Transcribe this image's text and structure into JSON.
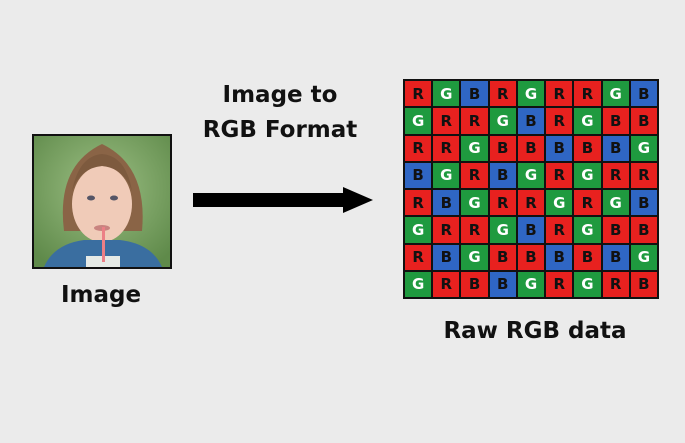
{
  "left": {
    "label": "Image"
  },
  "middle": {
    "title_line1": "Image to",
    "title_line2": "RGB Format"
  },
  "right": {
    "label": "Raw RGB data"
  },
  "colors": {
    "R": "#e8211f",
    "G": "#1f9a3f",
    "B": "#2f66c4",
    "background": "#ebebeb"
  },
  "grid": {
    "letters": [
      [
        "R",
        "G",
        "B",
        "R",
        "G",
        "R",
        "R",
        "G",
        "B"
      ],
      [
        "G",
        "R",
        "R",
        "G",
        "B",
        "R",
        "G",
        "B",
        "B"
      ],
      [
        "R",
        "R",
        "G",
        "B",
        "B",
        "B",
        "B",
        "B",
        "G"
      ],
      [
        "B",
        "G",
        "R",
        "B",
        "G",
        "R",
        "G",
        "R",
        "R"
      ],
      [
        "R",
        "B",
        "G",
        "R",
        "R",
        "G",
        "R",
        "G",
        "B"
      ],
      [
        "G",
        "R",
        "R",
        "G",
        "B",
        "R",
        "G",
        "B",
        "B"
      ],
      [
        "R",
        "B",
        "G",
        "B",
        "B",
        "B",
        "B",
        "B",
        "G"
      ],
      [
        "G",
        "R",
        "B",
        "B",
        "G",
        "R",
        "G",
        "R",
        "B"
      ]
    ],
    "cell_colors": [
      [
        "R",
        "G",
        "B",
        "R",
        "G",
        "R",
        "R",
        "G",
        "B"
      ],
      [
        "G",
        "R",
        "R",
        "G",
        "B",
        "R",
        "G",
        "R",
        "R"
      ],
      [
        "R",
        "R",
        "G",
        "R",
        "R",
        "B",
        "R",
        "B",
        "G"
      ],
      [
        "B",
        "G",
        "R",
        "B",
        "G",
        "R",
        "G",
        "R",
        "R"
      ],
      [
        "R",
        "B",
        "G",
        "R",
        "R",
        "G",
        "R",
        "G",
        "B"
      ],
      [
        "G",
        "R",
        "R",
        "G",
        "B",
        "R",
        "G",
        "R",
        "R"
      ],
      [
        "R",
        "B",
        "G",
        "R",
        "R",
        "B",
        "R",
        "B",
        "G"
      ],
      [
        "G",
        "R",
        "R",
        "B",
        "G",
        "R",
        "G",
        "R",
        "R"
      ]
    ]
  }
}
